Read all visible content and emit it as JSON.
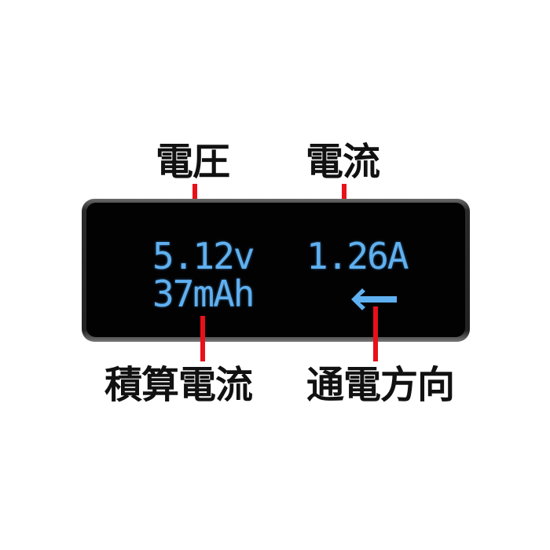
{
  "labels": {
    "voltage": "電圧",
    "current": "電流",
    "accumulated_current": "積算電流",
    "current_direction": "通電方向"
  },
  "display": {
    "voltage": "5.12v",
    "current": "1.26A",
    "capacity": "37mAh",
    "direction_icon": "arrow-left-icon"
  },
  "colors": {
    "display_text": "#5fb0f0",
    "pointer": "#e8101a"
  }
}
